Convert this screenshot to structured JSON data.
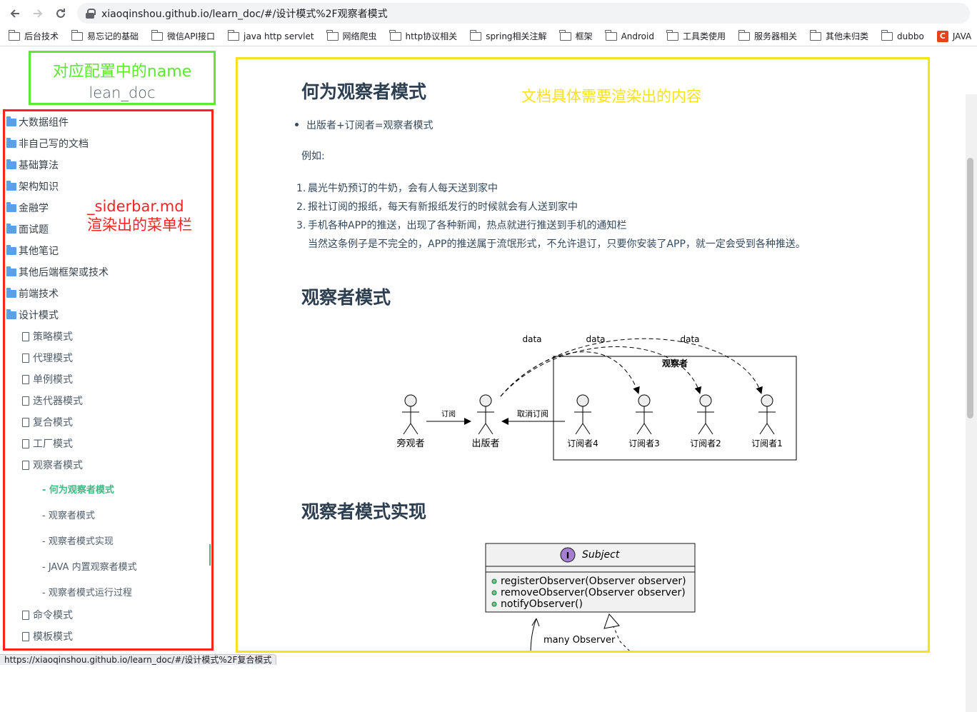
{
  "browser": {
    "url": "xiaoqinshou.github.io/learn_doc/#/设计模式%2F观察者模式",
    "bookmarks": [
      "后台技术",
      "易忘记的基础",
      "微信API接口",
      "java http servlet",
      "网络爬虫",
      "http协议相关",
      "spring相关注解",
      "框架",
      "Android",
      "工具类使用",
      "服务器相关",
      "其他未归类",
      "dubbo",
      "JAVA"
    ],
    "status_url": "https://xiaoqinshou.github.io/learn_doc/#/设计模式%2F复合模式"
  },
  "annotations": {
    "name_box_title": "对应配置中的name",
    "sidebar_line1": "_siderbar.md",
    "sidebar_line2": "渲染出的菜单栏",
    "content": "文档具体需要渲染出的内容",
    "colors": {
      "name": "#5ee832",
      "sidebar": "#ff2222",
      "content": "#f7e21f"
    }
  },
  "app_name": "lean_doc",
  "sidebar": {
    "folders": [
      "大数据组件",
      "非自己写的文档",
      "基础算法",
      "架构知识",
      "金融学",
      "面试题",
      "其他笔记",
      "其他后端框架或技术",
      "前端技术",
      "设计模式"
    ],
    "pages": [
      "策略模式",
      "代理模式",
      "单例模式",
      "迭代器模式",
      "复合模式",
      "工厂模式",
      "观察者模式"
    ],
    "sections": [
      "- 何为观察者模式",
      "- 观察者模式",
      "- 观察者模式实现",
      "- JAVA 内置观察者模式",
      "- 观察者模式运行过程"
    ],
    "active_section": "- 何为观察者模式",
    "pages_after": [
      "命令模式",
      "模板模式"
    ]
  },
  "content": {
    "h1": "何为观察者模式",
    "bullet": "出版者+订阅者=观察者模式",
    "example_label": "例如:",
    "ol": [
      "晨光牛奶预订的牛奶，会有人每天送到家中",
      "报社订阅的报纸，每天有新报纸发行的时候就会有人送到家中",
      "手机各种APP的推送，出现了各种新闻，热点就进行推送到手机的通知栏"
    ],
    "ol_note": "当然这条例子是不完全的，APP的推送属于流氓形式，不允许退订，只要你安装了APP，就一定会受到各种推送。",
    "h2": "观察者模式",
    "h3": "观察者模式实现"
  },
  "diagram": {
    "actors": [
      "旁观者",
      "出版者",
      "订阅者4",
      "订阅者3",
      "订阅者2",
      "订阅者1"
    ],
    "group_label": "观察者",
    "edge_subscribe": "订阅",
    "edge_unsubscribe": "取消订阅",
    "edge_data": "data"
  },
  "uml": {
    "stereotype": "I",
    "class_name": "Subject",
    "methods": [
      "registerObserver(Observer observer)",
      "removeObserver(Observer observer)",
      "notifyObserver()"
    ],
    "edge_label": "many Observer"
  }
}
